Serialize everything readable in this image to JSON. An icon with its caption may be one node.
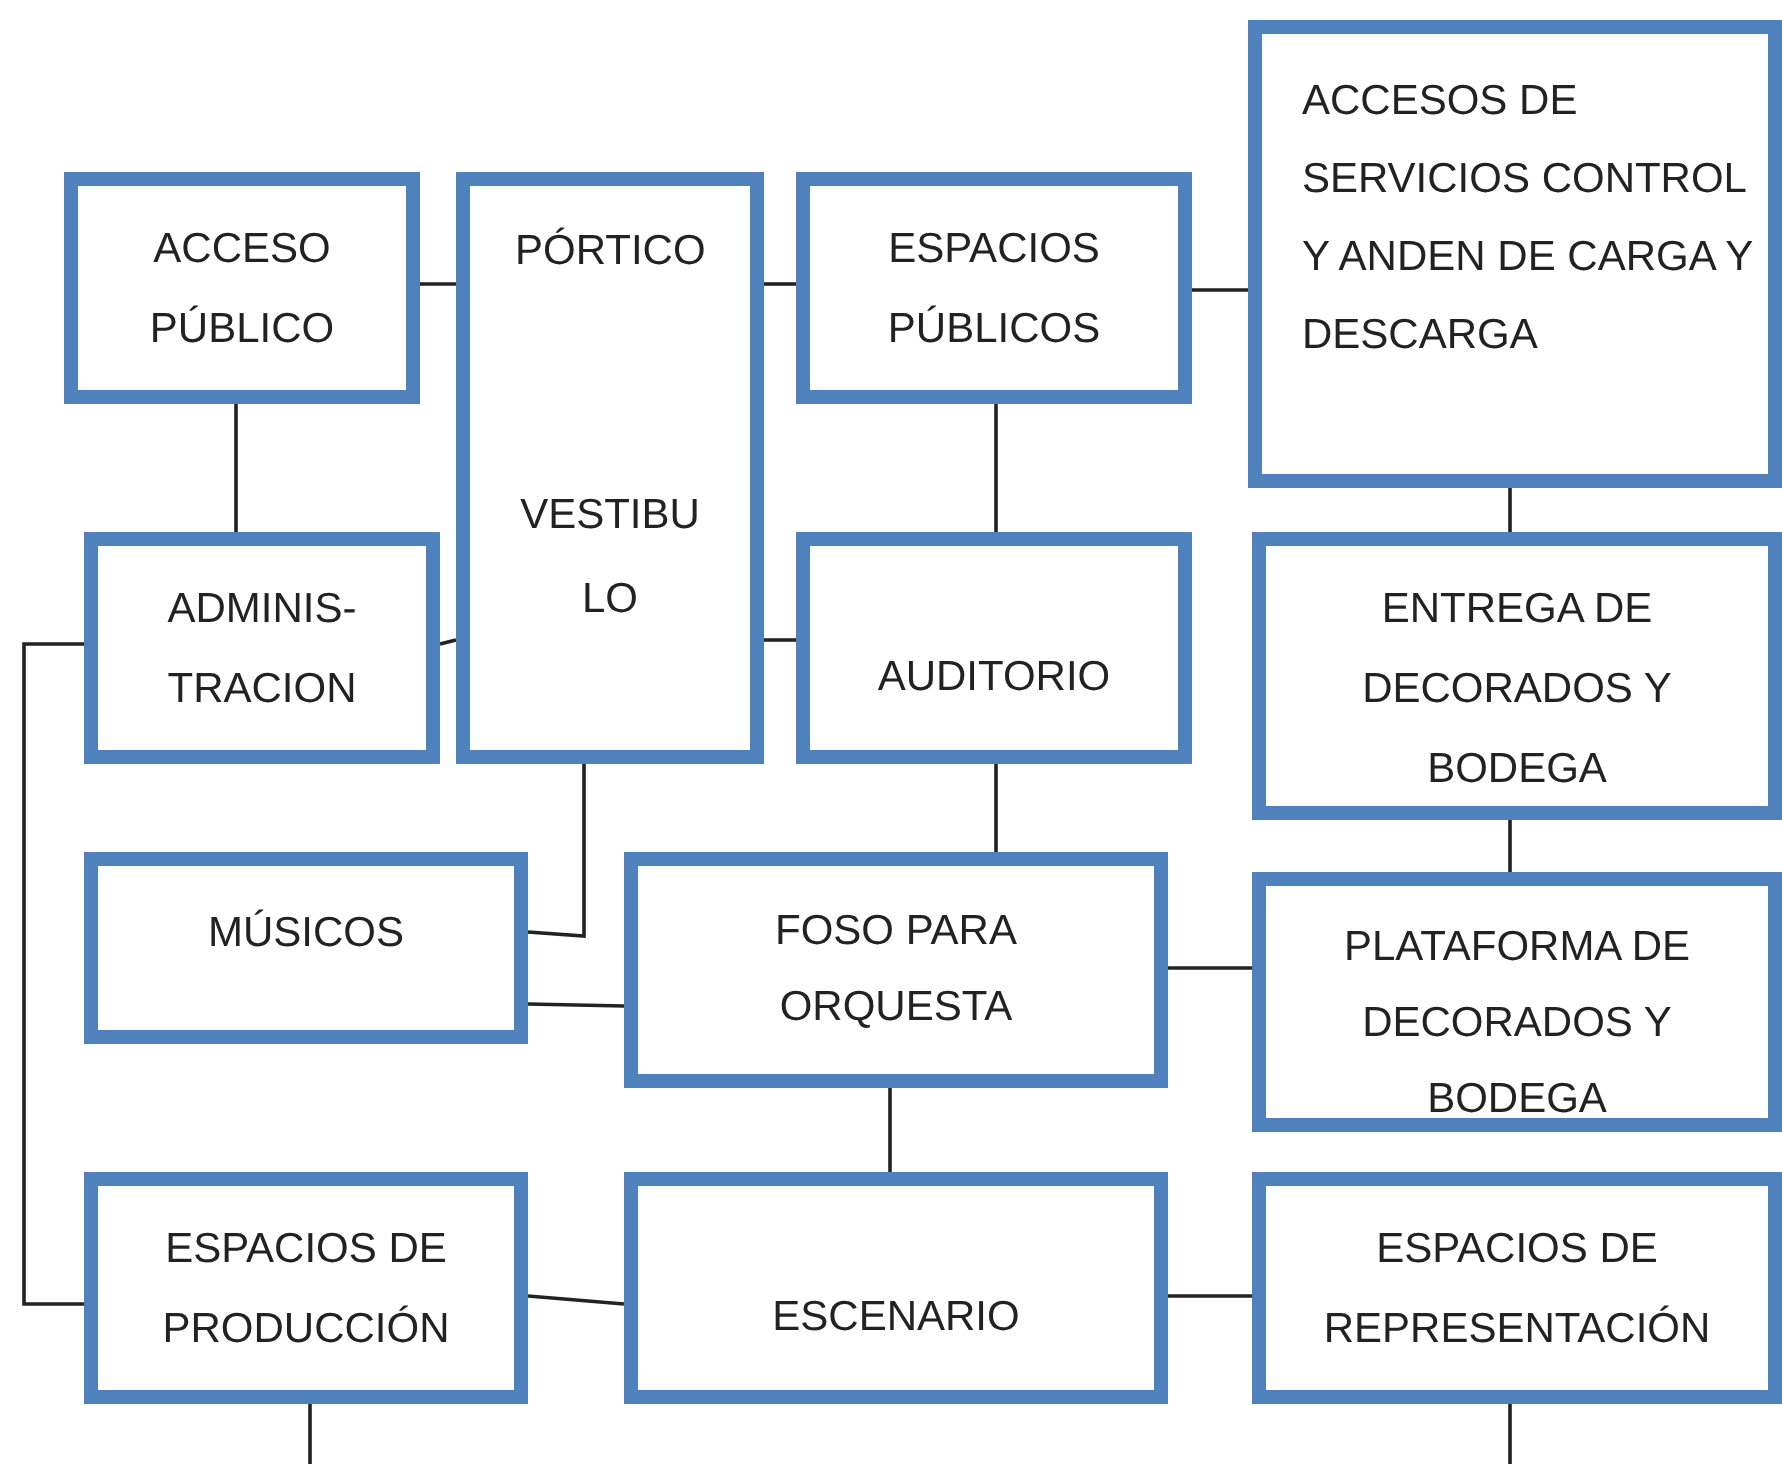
{
  "diagram": {
    "nodes": [
      {
        "text": [
          "ACCESO PÚBLICO"
        ]
      },
      {
        "text": [
          "PÓRTICO",
          "VESTIBU LO"
        ]
      },
      {
        "text": [
          "ESPACIOS PÚBLICOS"
        ]
      },
      {
        "text": [
          "ACCESOS DE SERVICIOS CONTROL Y ANDEN DE CARGA Y DESCARGA"
        ]
      },
      {
        "text": [
          "ADMINIS- TRACION"
        ]
      },
      {
        "text": [
          "AUDITORIO"
        ]
      },
      {
        "text": [
          "ENTREGA DE DECORADOS Y BODEGA"
        ]
      },
      {
        "text": [
          "MÚSICOS"
        ]
      },
      {
        "text": [
          "FOSO PARA ORQUESTA"
        ]
      },
      {
        "text": [
          "PLATAFORMA DE DECORADOS Y BODEGA"
        ]
      },
      {
        "text": [
          "ESPACIOS DE PRODUCCIÓN"
        ]
      },
      {
        "text": [
          "ESCENARIO"
        ]
      },
      {
        "text": [
          "ESPACIOS DE REPRESENTACIÓN"
        ]
      }
    ],
    "edges": [
      {
        "from": 0,
        "to": 1,
        "arrow": "none"
      },
      {
        "from": 1,
        "to": 2,
        "arrow": "none"
      },
      {
        "from": 2,
        "to": 3,
        "arrow": "none"
      },
      {
        "from": 0,
        "to": 4,
        "arrow": "none"
      },
      {
        "from": 4,
        "to": 1,
        "arrow": "none"
      },
      {
        "from": 1,
        "to": 5,
        "arrow": "none"
      },
      {
        "from": 2,
        "to": 5,
        "arrow": "none"
      },
      {
        "from": 3,
        "to": 6,
        "arrow": "none"
      },
      {
        "from": 5,
        "to": 8,
        "arrow": "none"
      },
      {
        "from": 6,
        "to": 9,
        "arrow": "none"
      },
      {
        "from": 1,
        "to": 7,
        "arrow": "none"
      },
      {
        "from": 7,
        "to": 8,
        "arrow": "none"
      },
      {
        "from": 8,
        "to": 9,
        "arrow": "none"
      },
      {
        "from": 8,
        "to": 11,
        "arrow": "none"
      },
      {
        "from": 4,
        "to": 10,
        "arrow": "none"
      },
      {
        "from": 10,
        "to": 11,
        "arrow": "none"
      },
      {
        "from": 11,
        "to": 12,
        "arrow": "none"
      },
      {
        "from": 10,
        "to": null,
        "arrow": "none"
      },
      {
        "from": 12,
        "to": null,
        "arrow": "none"
      }
    ]
  }
}
